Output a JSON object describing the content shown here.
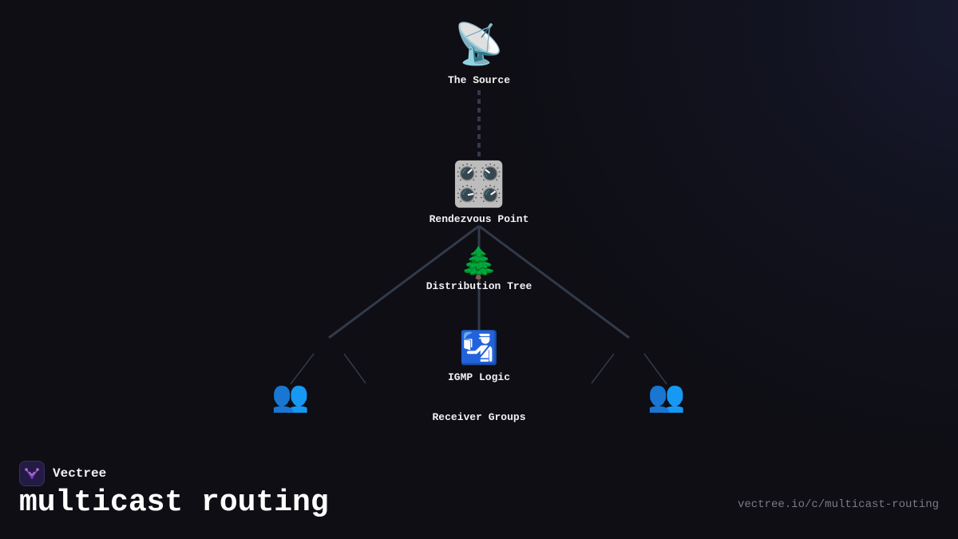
{
  "colors": {
    "background": "#0e0e14",
    "connector": "#323a4a",
    "label_text": "#f2f2f4",
    "url_text": "#7a7a84",
    "brand_accent": "#9b4dd8"
  },
  "diagram": {
    "nodes": {
      "source": {
        "icon": "📡",
        "icon_name": "satellite-dish-icon",
        "label": "The Source"
      },
      "rendezvous_point": {
        "icon": "🎛️",
        "icon_name": "control-knobs-icon",
        "label": "Rendezvous Point"
      },
      "distribution_tree": {
        "icon": "🌲",
        "icon_name": "evergreen-tree-icon",
        "label": "Distribution Tree"
      },
      "igmp_logic": {
        "icon": "🛂",
        "icon_name": "passport-control-icon",
        "label": "IGMP Logic"
      },
      "receiver_groups": {
        "icon": "👥",
        "icon_name": "people-group-icon",
        "label": "Receiver Groups"
      }
    }
  },
  "brand": {
    "name": "Vectree",
    "logo_icon": "vectree-logo-icon"
  },
  "page": {
    "title": "multicast routing",
    "url": "vectree.io/c/multicast-routing"
  }
}
